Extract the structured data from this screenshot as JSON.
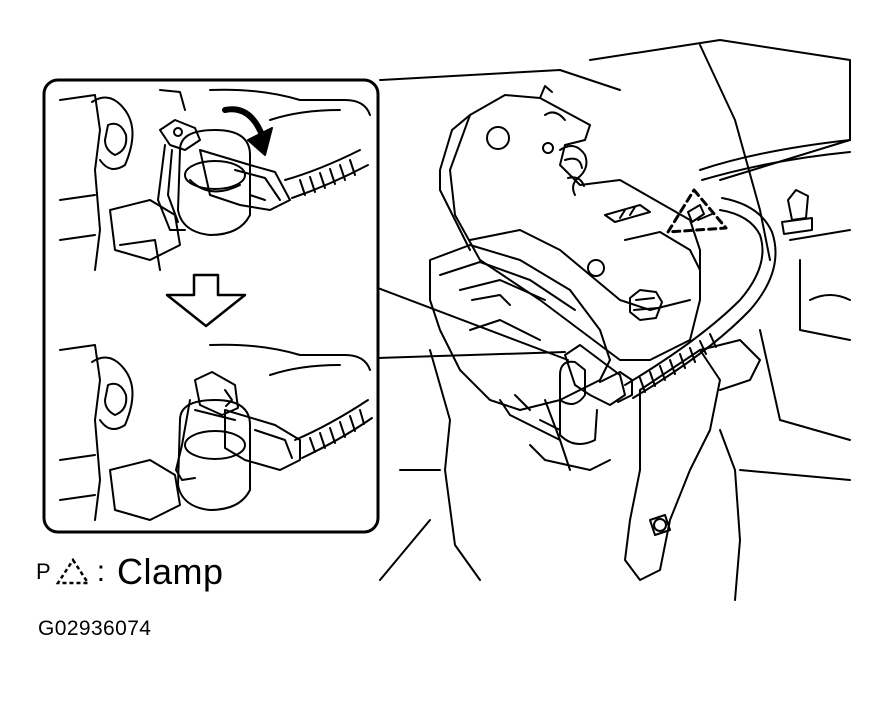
{
  "legend": {
    "prefix": "P",
    "symbol": "dashed-triangle-clamp-symbol",
    "separator": ":",
    "text": "Clamp"
  },
  "figure_id": "G02936074"
}
